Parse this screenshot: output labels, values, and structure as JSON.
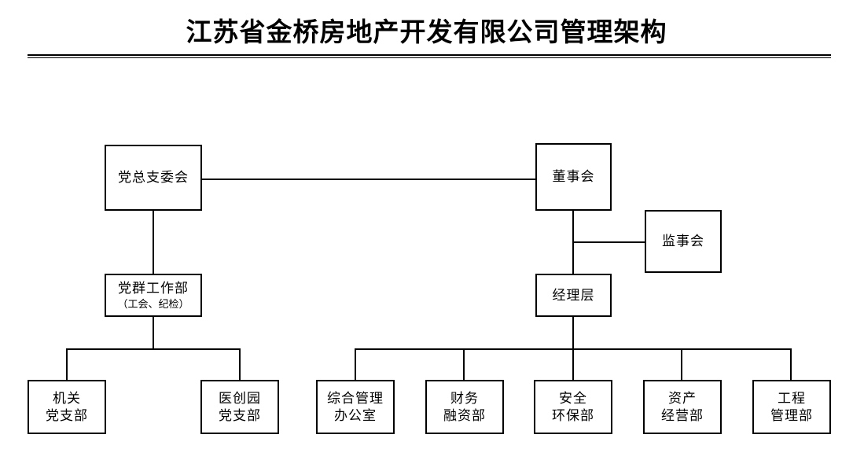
{
  "header": {
    "title": "江苏省金桥房地产开发有限公司管理架构",
    "divider": "double-rule"
  },
  "chart_data": {
    "type": "diagram",
    "diagram_kind": "organization-chart",
    "title": "江苏省金桥房地产开发有限公司管理架构",
    "orientation": "top-down",
    "nodes": [
      {
        "id": "party_committee",
        "lines": [
          "党总支委会"
        ],
        "level": 1,
        "branch": "party"
      },
      {
        "id": "board_directors",
        "lines": [
          "董事会"
        ],
        "level": 1,
        "branch": "corporate"
      },
      {
        "id": "board_supervisors",
        "lines": [
          "监事会"
        ],
        "level": 2,
        "branch": "corporate"
      },
      {
        "id": "party_work_dept",
        "lines": [
          "党群工作部"
        ],
        "sub": "（工会、纪检）",
        "level": 2,
        "branch": "party"
      },
      {
        "id": "management_layer",
        "lines": [
          "经理层"
        ],
        "level": 2,
        "branch": "corporate"
      },
      {
        "id": "organ_branch",
        "lines": [
          "机关",
          "党支部"
        ],
        "level": 3,
        "branch": "party"
      },
      {
        "id": "yichuangyuan",
        "lines": [
          "医创园",
          "党支部"
        ],
        "level": 3,
        "branch": "party"
      },
      {
        "id": "general_admin",
        "lines": [
          "综合管理",
          "办公室"
        ],
        "level": 3,
        "branch": "corporate"
      },
      {
        "id": "finance_dept",
        "lines": [
          "财务",
          "融资部"
        ],
        "level": 3,
        "branch": "corporate"
      },
      {
        "id": "safety_env",
        "lines": [
          "安全",
          "环保部"
        ],
        "level": 3,
        "branch": "corporate"
      },
      {
        "id": "asset_operation",
        "lines": [
          "资产",
          "经营部"
        ],
        "level": 3,
        "branch": "corporate"
      },
      {
        "id": "engineering_mgmt",
        "lines": [
          "工程",
          "管理部"
        ],
        "level": 3,
        "branch": "corporate"
      }
    ],
    "edges": [
      {
        "from": "party_committee",
        "to": "board_directors",
        "style": "horizontal"
      },
      {
        "from": "board_directors",
        "to": "board_supervisors",
        "style": "elbow"
      },
      {
        "from": "board_directors",
        "to": "management_layer",
        "style": "vertical"
      },
      {
        "from": "party_committee",
        "to": "party_work_dept",
        "style": "vertical"
      },
      {
        "from": "party_work_dept",
        "to": "organ_branch",
        "style": "bus"
      },
      {
        "from": "party_work_dept",
        "to": "yichuangyuan",
        "style": "bus"
      },
      {
        "from": "management_layer",
        "to": "general_admin",
        "style": "bus"
      },
      {
        "from": "management_layer",
        "to": "finance_dept",
        "style": "bus"
      },
      {
        "from": "management_layer",
        "to": "safety_env",
        "style": "bus"
      },
      {
        "from": "management_layer",
        "to": "asset_operation",
        "style": "bus"
      },
      {
        "from": "management_layer",
        "to": "engineering_mgmt",
        "style": "bus"
      }
    ],
    "colors": {
      "line": "#000000",
      "box_border": "#000000",
      "box_fill": "#ffffff",
      "text": "#000000",
      "background": "#ffffff"
    }
  },
  "nodes": {
    "party_committee": {
      "l1": "党总支委会"
    },
    "board_directors": {
      "l1": "董事会"
    },
    "board_supervisors": {
      "l1": "监事会"
    },
    "party_work_dept": {
      "l1": "党群工作部",
      "l2": "（工会、纪检）"
    },
    "management_layer": {
      "l1": "经理层"
    },
    "organ_branch": {
      "l1": "机关",
      "l2": "党支部"
    },
    "yichuangyuan": {
      "l1": "医创园",
      "l2": "党支部"
    },
    "general_admin": {
      "l1": "综合管理",
      "l2": "办公室"
    },
    "finance_dept": {
      "l1": "财务",
      "l2": "融资部"
    },
    "safety_env": {
      "l1": "安全",
      "l2": "环保部"
    },
    "asset_operation": {
      "l1": "资产",
      "l2": "经营部"
    },
    "engineering_mgmt": {
      "l1": "工程",
      "l2": "管理部"
    }
  }
}
